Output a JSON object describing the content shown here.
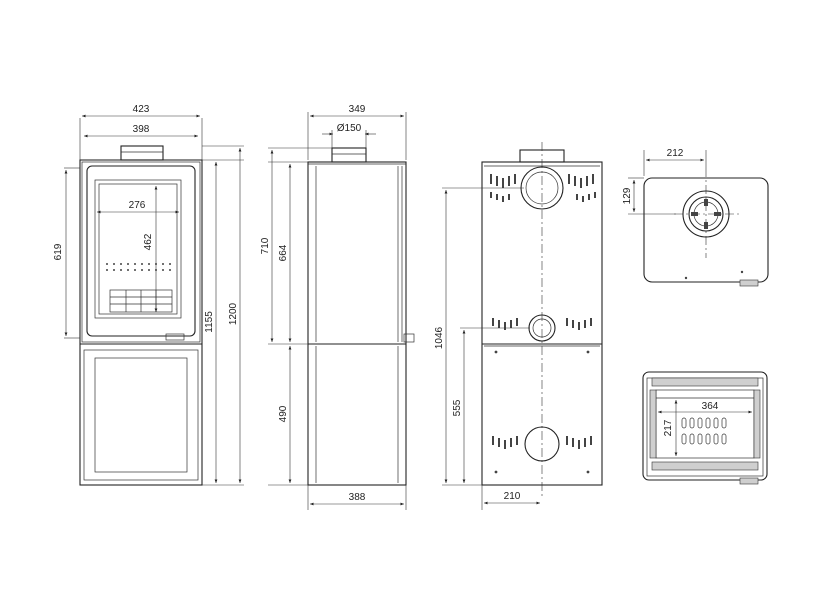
{
  "dimensions": {
    "front_outer_width": "423",
    "front_inner_width": "398",
    "window_width": "276",
    "window_height": "462",
    "firebox_height": "619",
    "height_1155": "1155",
    "height_1200": "1200",
    "side_depth": "349",
    "flue_diameter": "Ø150",
    "side_710": "710",
    "side_664": "664",
    "side_490": "490",
    "side_base_depth": "388",
    "rear_1046": "1046",
    "rear_555": "555",
    "rear_210": "210",
    "top_212": "212",
    "top_129": "129",
    "plan_364": "364",
    "plan_217": "217"
  },
  "colors": {
    "line": "#222222",
    "background": "#ffffff"
  }
}
